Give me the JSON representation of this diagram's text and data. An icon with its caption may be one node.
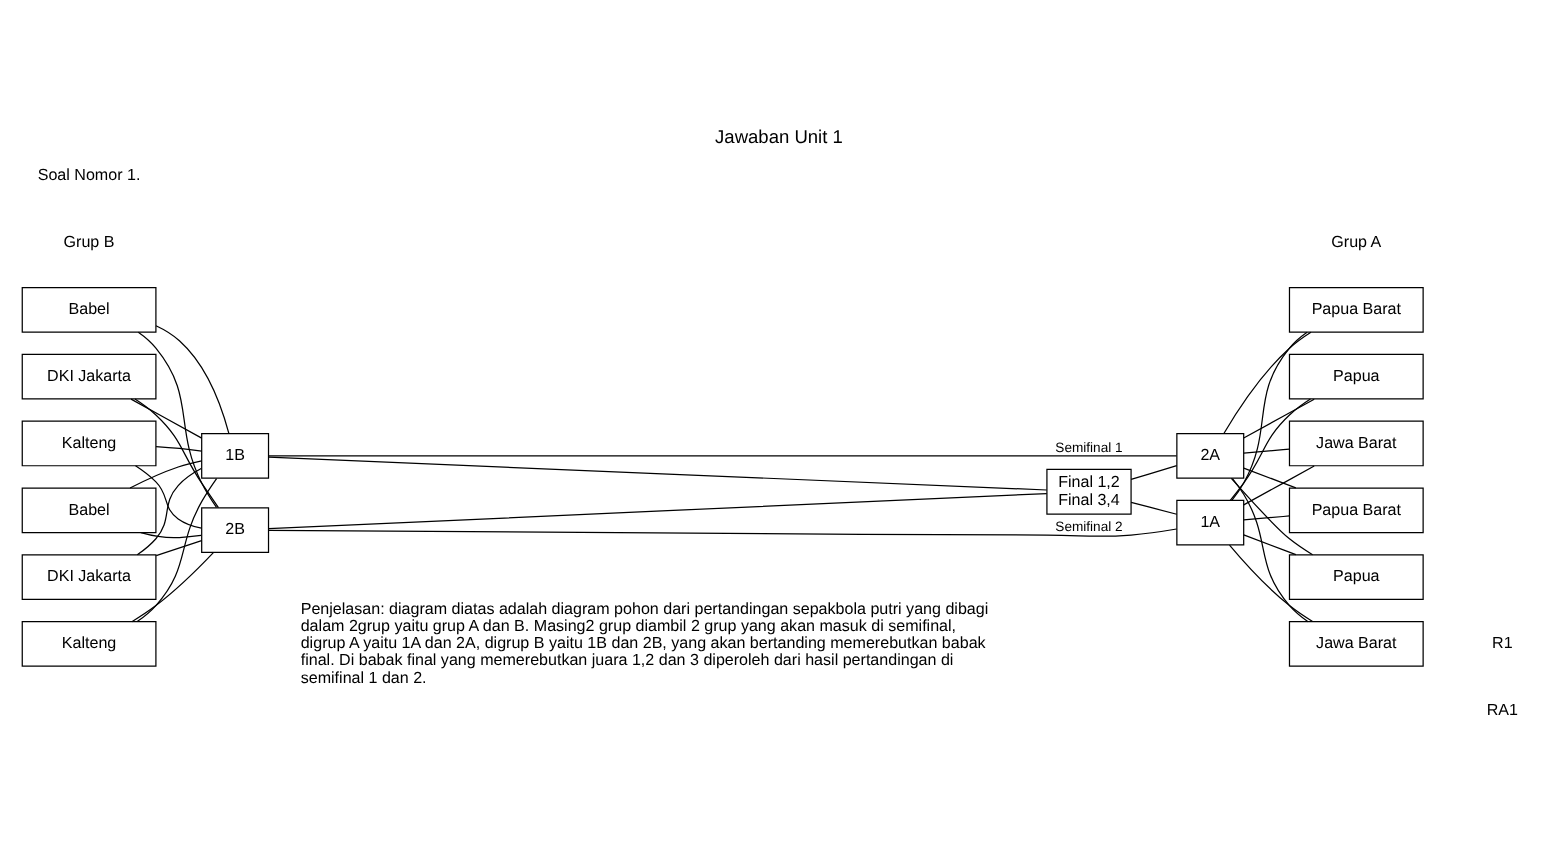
{
  "diagram": {
    "title": "Jawaban Unit 1",
    "nodes": [
      {
        "text": [
          "Babel"
        ]
      },
      {
        "text": [
          "DKI Jakarta"
        ]
      },
      {
        "text": [
          "Kalteng"
        ]
      },
      {
        "text": [
          "Babel"
        ]
      },
      {
        "text": [
          "DKI Jakarta"
        ]
      },
      {
        "text": [
          "Kalteng"
        ]
      },
      {
        "text": [
          "Papua Barat"
        ]
      },
      {
        "text": [
          "Papua"
        ]
      },
      {
        "text": [
          "Jawa Barat"
        ]
      },
      {
        "text": [
          "Papua Barat"
        ]
      },
      {
        "text": [
          "Papua"
        ]
      },
      {
        "text": [
          "Jawa Barat"
        ]
      },
      {
        "text": [
          "1B"
        ]
      },
      {
        "text": [
          "2B"
        ]
      },
      {
        "text": [
          "2A"
        ]
      },
      {
        "text": [
          "1A"
        ]
      },
      {
        "text": [
          "Final 1,2",
          "Final 3,4"
        ]
      }
    ],
    "edges": [
      {
        "from": 0,
        "to": 12,
        "arrow": "none"
      },
      {
        "from": 1,
        "to": 12,
        "arrow": "none"
      },
      {
        "from": 2,
        "to": 12,
        "arrow": "none"
      },
      {
        "from": 3,
        "to": 12,
        "arrow": "none"
      },
      {
        "from": 4,
        "to": 12,
        "arrow": "none"
      },
      {
        "from": 5,
        "to": 12,
        "arrow": "none"
      },
      {
        "from": 0,
        "to": 13,
        "arrow": "none"
      },
      {
        "from": 1,
        "to": 13,
        "arrow": "none"
      },
      {
        "from": 2,
        "to": 13,
        "arrow": "none"
      },
      {
        "from": 3,
        "to": 13,
        "arrow": "none"
      },
      {
        "from": 4,
        "to": 13,
        "arrow": "none"
      },
      {
        "from": 5,
        "to": 13,
        "arrow": "none"
      },
      {
        "from": 12,
        "to": 14,
        "label": "Semifinal 1",
        "arrow": "none"
      },
      {
        "from": 13,
        "to": 15,
        "label": "Semifinal 2",
        "arrow": "none"
      },
      {
        "from": 12,
        "to": 16,
        "arrow": "none"
      },
      {
        "from": 16,
        "to": 14,
        "arrow": "none"
      },
      {
        "from": 13,
        "to": 16,
        "arrow": "none"
      },
      {
        "from": 16,
        "to": 15,
        "arrow": "none"
      },
      {
        "from": 14,
        "to": 6,
        "arrow": "none"
      },
      {
        "from": 14,
        "to": 7,
        "arrow": "none"
      },
      {
        "from": 14,
        "to": 8,
        "arrow": "none"
      },
      {
        "from": 14,
        "to": 9,
        "arrow": "none"
      },
      {
        "from": 14,
        "to": 10,
        "arrow": "none"
      },
      {
        "from": 14,
        "to": 11,
        "arrow": "none"
      },
      {
        "from": 15,
        "to": 6,
        "arrow": "none"
      },
      {
        "from": 15,
        "to": 7,
        "arrow": "none"
      },
      {
        "from": 15,
        "to": 8,
        "arrow": "none"
      },
      {
        "from": 15,
        "to": 9,
        "arrow": "none"
      },
      {
        "from": 15,
        "to": 10,
        "arrow": "none"
      },
      {
        "from": 15,
        "to": 11,
        "arrow": "none"
      }
    ],
    "labels": [
      "Soal Nomor 1.",
      "Grup B",
      "Grup A",
      "R1",
      "Penjelasan: diagram diatas adalah diagram pohon dari pertandingan sepakbola putri yang dibagi dalam 2grup yaitu grup A dan B. Masing2 grup diambil 2 grup yang akan masuk di semifinal, digrup A yaitu 1A dan 2A, digrup B yaitu 1B dan 2B, yang akan bertanding memerebutkan babak final. Di babak final yang memerebutkan juara 1,2 dan 3 diperoleh dari hasil pertandingan di semifinal 1 dan 2.",
      "RA1"
    ]
  }
}
